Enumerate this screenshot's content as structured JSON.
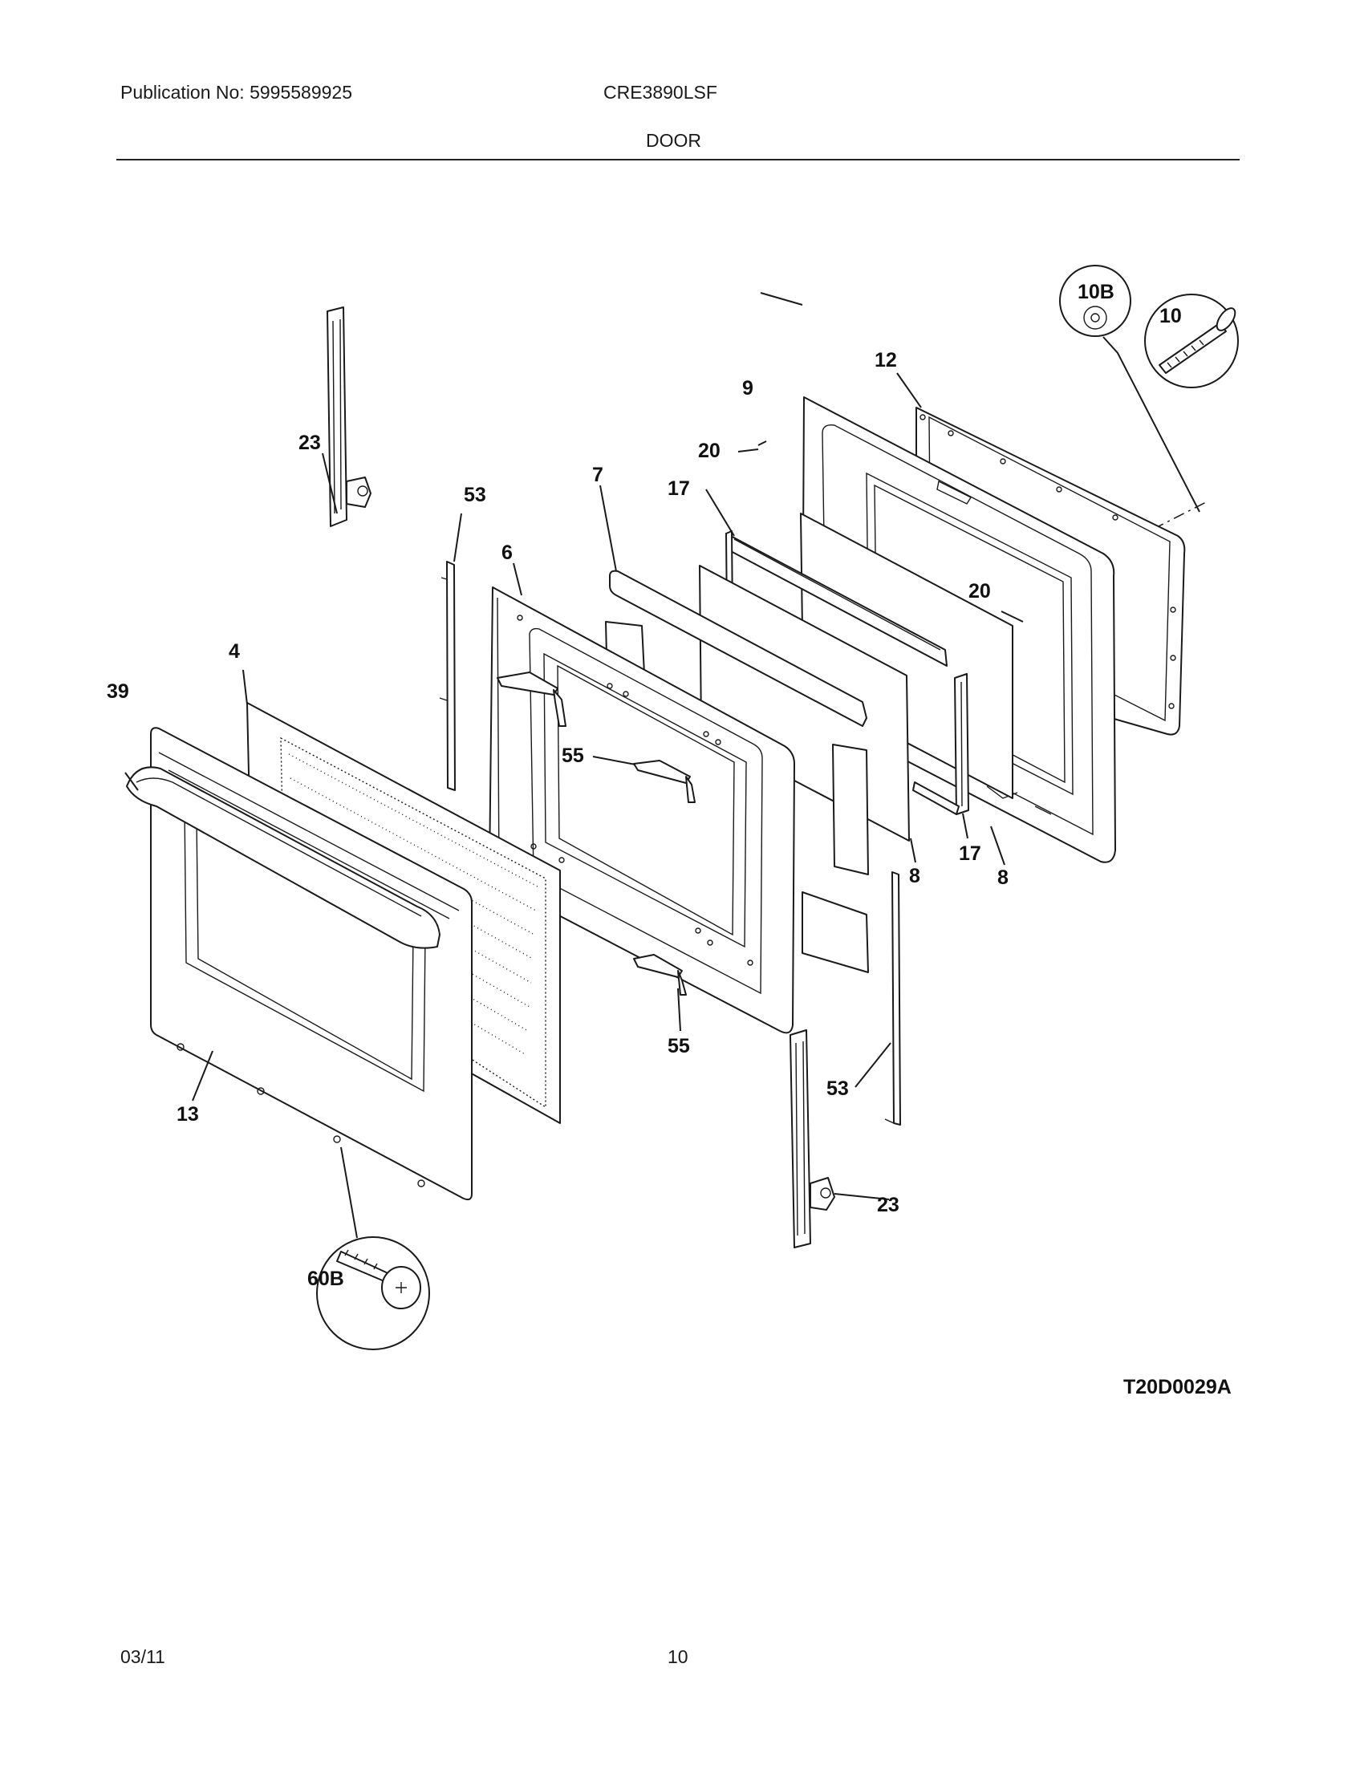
{
  "header": {
    "publication": "Publication No: 5995589925",
    "model": "CRE3890LSF",
    "section": "DOOR"
  },
  "diagram": {
    "callouts": {
      "c23_top": "23",
      "c53_top": "53",
      "c7": "7",
      "c17_top": "17",
      "c9": "9",
      "c12": "12",
      "c10b": "10B",
      "c10": "10",
      "c20_top": "20",
      "c20_right": "20",
      "c6": "6",
      "c4": "4",
      "c39": "39",
      "c55_mid": "55",
      "c55_bot": "55",
      "c8_right": "8",
      "c8_mid": "8",
      "c17_bot": "17",
      "c53_bot": "53",
      "c23_bot": "23",
      "c13": "13",
      "c60b": "60B"
    },
    "reference_code": "T20D0029A"
  },
  "footer": {
    "date": "03/11",
    "page_number": "10"
  }
}
